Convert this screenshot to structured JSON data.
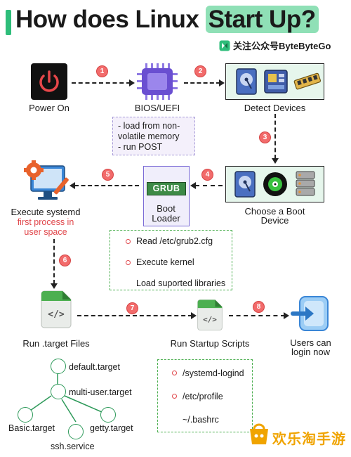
{
  "header": {
    "title_main": "How does Linux ",
    "title_highlight": "Start Up?",
    "brand": "关注公众号ByteByteGo"
  },
  "nodes": {
    "power_on": "Power On",
    "bios_uefi": "BIOS/UEFI",
    "detect_devices": "Detect Devices",
    "choose_boot_device_1": "Choose a Boot",
    "choose_boot_device_2": "Device",
    "grub_badge": "GRUB",
    "boot_loader_1": "Boot",
    "boot_loader_2": "Loader",
    "execute_systemd": "Execute systemd",
    "systemd_note_1": "first process in",
    "systemd_note_2": "user space",
    "run_target_files": "Run .target Files",
    "run_startup_scripts": "Run Startup Scripts",
    "users_can_login_1": "Users can",
    "users_can_login_2": "login now"
  },
  "steps": [
    "1",
    "2",
    "3",
    "4",
    "5",
    "6",
    "7",
    "8"
  ],
  "bios_notes": [
    "- load from non-",
    "volatile memory",
    "- run POST"
  ],
  "grub_notes": [
    "Read /etc/grub2.cfg",
    "Execute kernel",
    "Load suported libraries"
  ],
  "script_notes": [
    "/systemd-logind",
    "/etc/profile",
    "~/.bashrc"
  ],
  "tree": {
    "default": "default.target",
    "multi_user": "multi-user.target",
    "basic": "Basic.target",
    "getty": "getty.target",
    "ssh": "ssh.service"
  },
  "code_glyph": "</>",
  "watermark": "欢乐淘手游",
  "colors": {
    "accent_green": "#2ebd7a",
    "step_red": "#f26b6b",
    "note_red": "#e0464a",
    "chip_purple": "#7a5cd6",
    "grub_green": "#3d8a46",
    "watermark_orange": "#f0a400"
  },
  "icons": [
    "power-icon",
    "chip-icon",
    "hard-disk-icon",
    "motherboard-icon",
    "ram-icon",
    "cd-icon",
    "server-icon",
    "gear-monitor-icon",
    "file-code-icon",
    "login-icon",
    "brand-logo-icon"
  ]
}
